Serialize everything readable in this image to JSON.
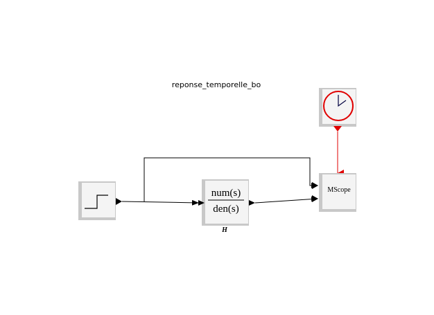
{
  "diagram": {
    "title": "reponse_temporelle_bo",
    "blocks": {
      "step": {
        "icon": "step-icon"
      },
      "clock": {
        "icon": "clock-icon",
        "color": "#e00000"
      },
      "transfer": {
        "numerator": "num(s)",
        "denominator": "den(s)",
        "sublabel": "H"
      },
      "scope": {
        "label": "MScope"
      }
    },
    "colors": {
      "activation_link": "#e00000",
      "regular_link": "#000000",
      "block_shadow": "#c8c8c8",
      "block_face": "#f4f4f4"
    }
  }
}
